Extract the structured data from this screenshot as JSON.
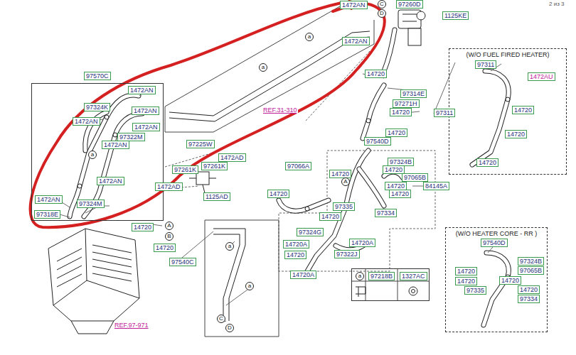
{
  "diagram": {
    "nodes": [
      {
        "text": [
          "(W/O FUEL FIRED HEATER)"
        ]
      },
      {
        "text": [
          "97570C"
        ]
      },
      {
        "text": [
          "(W/O HEATER CORE - RR )"
        ]
      },
      {
        "text": [
          "a",
          "97218B",
          "1327AC"
        ]
      }
    ],
    "labels": [
      "2 из 3",
      "1472AN",
      "C",
      "D",
      "97260D",
      "1125KE",
      "a",
      "1472AN",
      "a",
      "14720",
      "1472AN",
      "97324K",
      "1472AN",
      "1472AN",
      "1472AN",
      "97322M",
      "1472AN",
      "a",
      "REF.31-310",
      "97314E",
      "97271H",
      "14720",
      "97311",
      "14720",
      "97540D",
      "97225W",
      "1472AD",
      "97261K",
      "97261K",
      "1472AD",
      "1125AD",
      "97066A",
      "14720",
      "97324B",
      "14720",
      "97065B",
      "14720",
      "14720",
      "84145A",
      "A",
      "14720",
      "97335",
      "97334",
      "14720",
      "1472AN",
      "1472AN",
      "97324M",
      "97318E",
      "14720",
      "A",
      "B",
      "14720",
      "97324G",
      "14720A",
      "14720A",
      "97322J",
      "14720",
      "14720A",
      "97540C",
      "a",
      "a",
      "C",
      "D",
      "REF.97-971",
      "97311",
      "1472AU",
      "14720",
      "14720",
      "14720",
      "97540D",
      "97324B",
      "14720",
      "97065B",
      "14720",
      "14720",
      "97335",
      "14720",
      "97334"
    ]
  }
}
